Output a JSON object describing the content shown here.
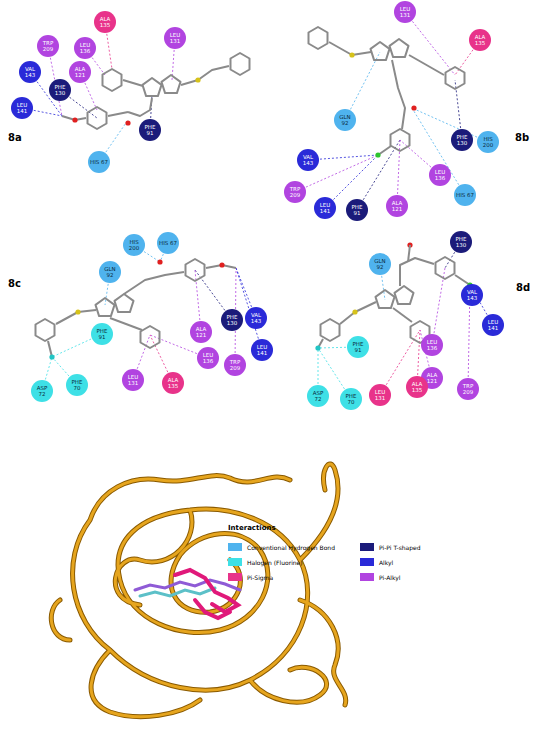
{
  "diagram": {
    "nodes": [
      {
        "text": [
          "ALA 135"
        ]
      },
      {
        "text": [
          "TRP 209"
        ]
      },
      {
        "text": [
          "LEU 136"
        ]
      },
      {
        "text": [
          "LEU 131"
        ]
      },
      {
        "text": [
          "VAL 143"
        ]
      },
      {
        "text": [
          "PHE 130"
        ]
      },
      {
        "text": [
          "ALA 121"
        ]
      },
      {
        "text": [
          "LEU 141"
        ]
      },
      {
        "text": [
          "PHE 91"
        ]
      },
      {
        "text": [
          "HIS 67"
        ]
      },
      {
        "text": [
          "LEU 131"
        ]
      },
      {
        "text": [
          "ALA 135"
        ]
      },
      {
        "text": [
          "GLN 92"
        ]
      },
      {
        "text": [
          "PHE 130"
        ]
      },
      {
        "text": [
          "HIS 200"
        ]
      },
      {
        "text": [
          "VAL 143"
        ]
      },
      {
        "text": [
          "LEU 136"
        ]
      },
      {
        "text": [
          "HIS 67"
        ]
      },
      {
        "text": [
          "TRP 209"
        ]
      },
      {
        "text": [
          "LEU 141"
        ]
      },
      {
        "text": [
          "PHE 91"
        ]
      },
      {
        "text": [
          "ALA 121"
        ]
      },
      {
        "text": [
          "HIS 200"
        ]
      },
      {
        "text": [
          "HIS 67"
        ]
      },
      {
        "text": [
          "GLN 92"
        ]
      },
      {
        "text": [
          "VAL 143"
        ]
      },
      {
        "text": [
          "PHE 130"
        ]
      },
      {
        "text": [
          "LEU 141"
        ]
      },
      {
        "text": [
          "ALA 121"
        ]
      },
      {
        "text": [
          "LEU 136"
        ]
      },
      {
        "text": [
          "TRP 209"
        ]
      },
      {
        "text": [
          "PHE 91"
        ]
      },
      {
        "text": [
          "ASP 72"
        ]
      },
      {
        "text": [
          "PHE 70"
        ]
      },
      {
        "text": [
          "LEU 131"
        ]
      },
      {
        "text": [
          "ALA 135"
        ]
      },
      {
        "text": [
          "PHE 130"
        ]
      },
      {
        "text": [
          "GLN 92"
        ]
      },
      {
        "text": [
          "VAL 143"
        ]
      },
      {
        "text": [
          "LEU 141"
        ]
      },
      {
        "text": [
          "LEU 136"
        ]
      },
      {
        "text": [
          "ALA 121"
        ]
      },
      {
        "text": [
          "TRP 209"
        ]
      },
      {
        "text": [
          "PHE 91"
        ]
      },
      {
        "text": [
          "ASP 72"
        ]
      },
      {
        "text": [
          "PHE 70"
        ]
      },
      {
        "text": [
          "LEU 131"
        ]
      },
      {
        "text": [
          "ALA 135"
        ]
      }
    ],
    "labels": [
      "8a",
      "8b",
      "8c",
      "8d",
      "Interactions"
    ],
    "legend": [
      {
        "text": "Conventional Hydrogen Bond",
        "color": "#4fb3ee"
      },
      {
        "text": "Halogen (Fluorine)",
        "color": "#3ee0e6"
      },
      {
        "text": "Pi-Sigma",
        "color": "#e8338a"
      },
      {
        "text": "Pi-Pi T-shaped",
        "color": "#1b1b7a"
      },
      {
        "text": "Alkyl",
        "color": "#2a2ad8"
      },
      {
        "text": "Pi-Alkyl",
        "color": "#b144e0"
      }
    ]
  }
}
